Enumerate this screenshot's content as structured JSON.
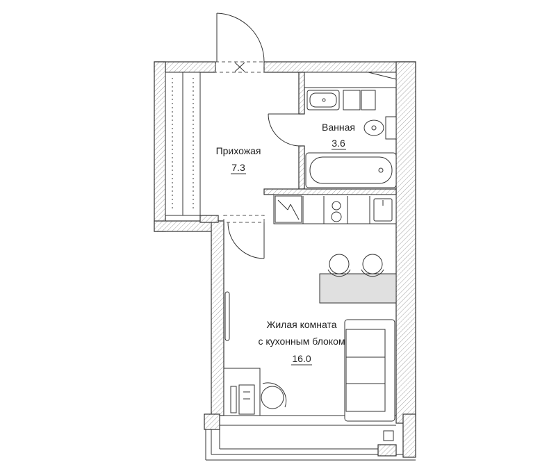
{
  "rooms": {
    "hallway": {
      "name": "Прихожая",
      "area": "7.3"
    },
    "bathroom": {
      "name": "Ванная",
      "area": "3.6"
    },
    "living": {
      "name_line1": "Жилая комната",
      "name_line2": "с кухонным блоком",
      "area": "16.0"
    }
  },
  "colors": {
    "line": "#333333",
    "hatch": "#888888",
    "counter": "#e0e0e0"
  }
}
